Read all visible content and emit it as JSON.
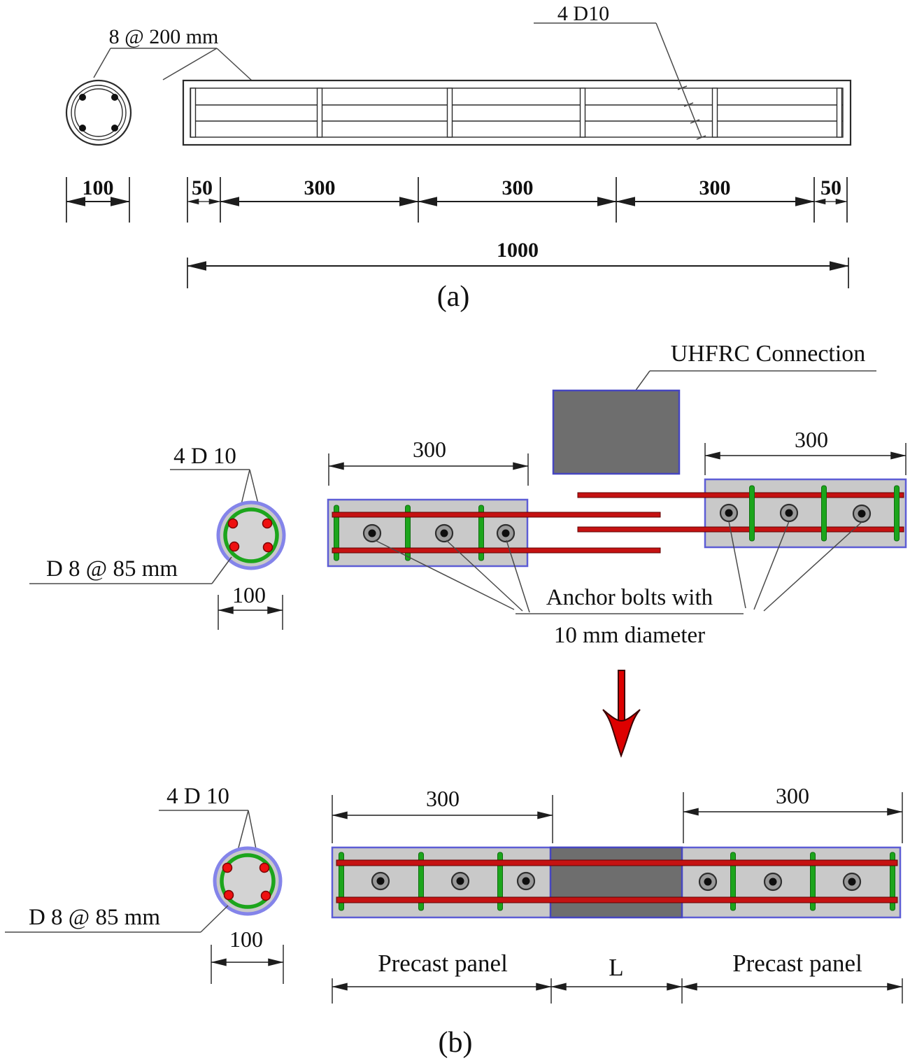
{
  "a": {
    "caption": "(a)",
    "stirrup_label": "8 @ 200 mm",
    "rebar_label": "4 D10",
    "dim_100": "100",
    "dim_50": "50",
    "dim_300": "300",
    "dim_1000": "1000"
  },
  "b": {
    "caption": "(b)",
    "connection_label": "UHFRC Connection",
    "rebar_label": "4 D 10",
    "stirrup_label": "D 8 @ 85 mm",
    "dim_100": "100",
    "dim_300": "300",
    "anchor_note_line1": "Anchor bolts with",
    "anchor_note_line2": "10 mm diameter",
    "precast_label": "Precast panel",
    "gap_label": "L"
  },
  "colors": {
    "panel_concrete_gray": "#c9c9c9",
    "uhfrc_dark_gray": "#6e6e6e",
    "panel_border_blue": "#5d5dd5",
    "cross_section_ring_blue": "#8484ea",
    "stirrup_green": "#1ca51c",
    "rebar_red": "#c51212",
    "rebar_dot_red": "#ee1010",
    "down_arrow_red": "#dd0000",
    "line_black": "#1a1a1a"
  }
}
